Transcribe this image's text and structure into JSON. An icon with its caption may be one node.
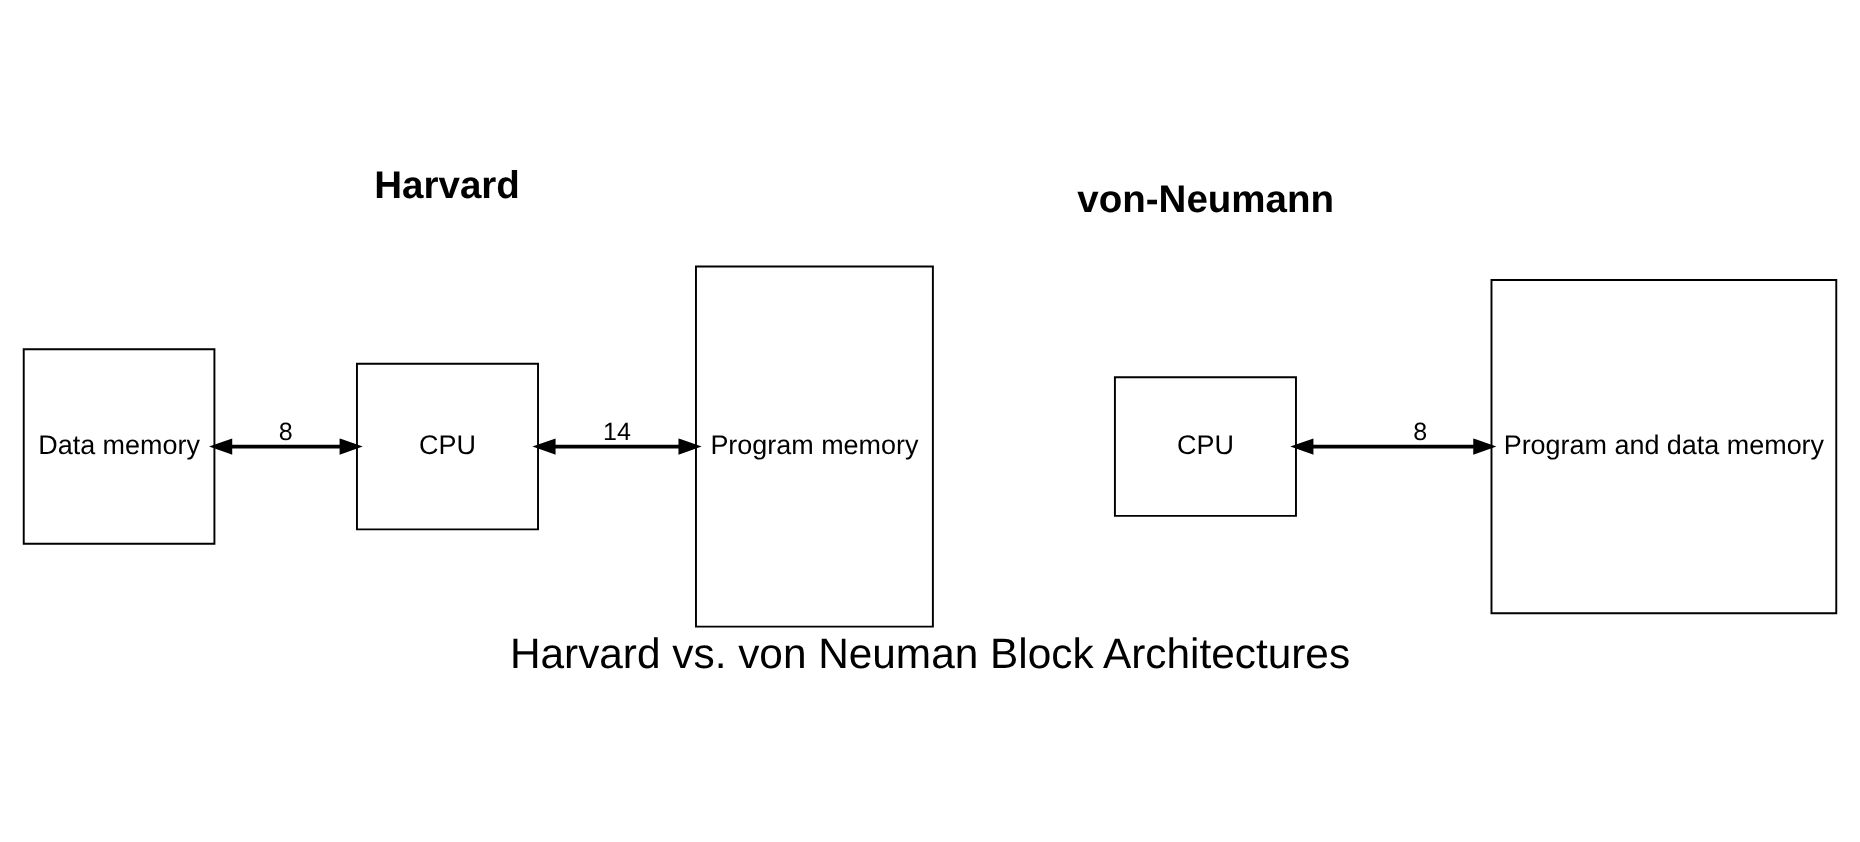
{
  "diagram": {
    "caption": "Harvard vs. von Neuman Block Architectures",
    "nodes": [
      {
        "text": [
          "Data memory"
        ]
      },
      {
        "text": [
          "CPU"
        ]
      },
      {
        "text": [
          "Program memory"
        ]
      },
      {
        "text": [
          "CPU"
        ]
      },
      {
        "text": [
          "Program and data memory"
        ]
      }
    ],
    "edges": [
      {
        "from": 0,
        "to": 1,
        "arrow": "both",
        "label": "8"
      },
      {
        "from": 1,
        "to": 2,
        "arrow": "both",
        "label": "14"
      },
      {
        "from": 3,
        "to": 4,
        "arrow": "both",
        "label": "8"
      }
    ],
    "labels": [
      "Harvard",
      "von-Neumann"
    ]
  }
}
